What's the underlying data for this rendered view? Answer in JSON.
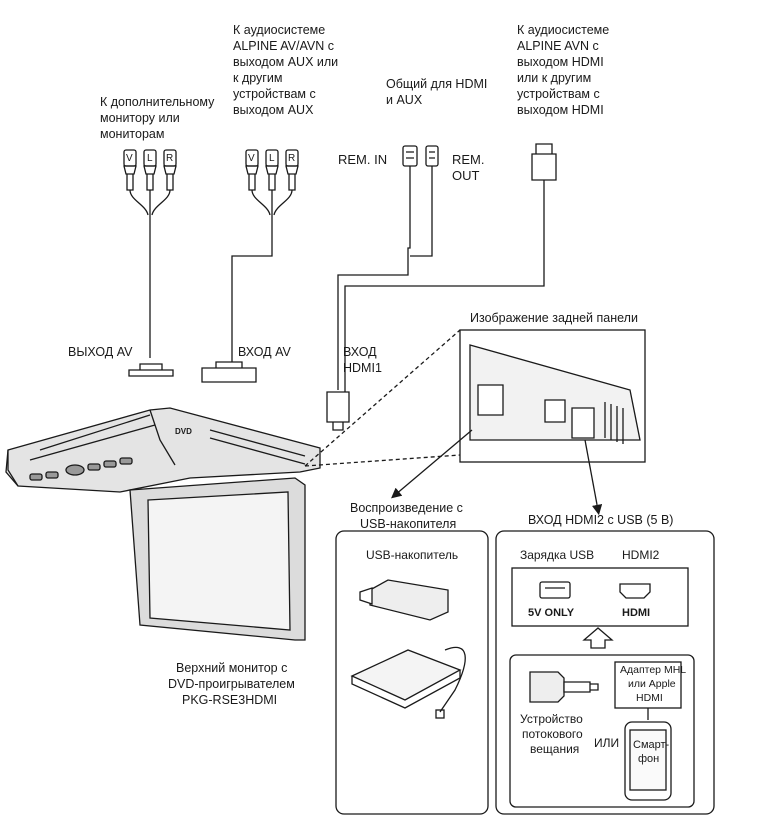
{
  "labels": {
    "extra_monitor_l1": "К дополнительному",
    "extra_monitor_l2": "монитору или",
    "extra_monitor_l3": "мониторам",
    "audio_aux_l1": "К аудиосистеме",
    "audio_aux_l2": "ALPINE AV/AVN с",
    "audio_aux_l3": "выходом AUX или",
    "audio_aux_l4": "к другим",
    "audio_aux_l5": "устройствам с",
    "audio_aux_l6": "выходом AUX",
    "common_l1": "Общий для HDMI",
    "common_l2": "и AUX",
    "audio_hdmi_l1": "К аудиосистеме",
    "audio_hdmi_l2": "ALPINE AVN с",
    "audio_hdmi_l3": "выходом HDMI",
    "audio_hdmi_l4": "или к другим",
    "audio_hdmi_l5": "устройствам с",
    "audio_hdmi_l6": "выходом HDMI",
    "rem_in": "REM. IN",
    "rem_out_l1": "REM.",
    "rem_out_l2": "OUT",
    "av_out": "ВЫХОД AV",
    "av_in": "ВХОД AV",
    "hdmi1_l1": "ВХОД",
    "hdmi1_l2": "HDMI1",
    "rear_panel": "Изображение задней панели",
    "usb_play_l1": "Воспроизведение с",
    "usb_play_l2": "USB-накопителя",
    "hdmi2_usb": "ВХОД HDMI2 с USB (5 В)",
    "monitor_l1": "Верхний монитор с",
    "monitor_l2": "DVD-проигрывателем",
    "monitor_l3": "PKG-RSE3HDMI",
    "usb_drive": "USB-накопитель",
    "charge_usb": "Зарядка USB",
    "hdmi2": "HDMI2",
    "five_v_only": "5V ONLY",
    "hdmi_logo": "HDMI",
    "adapter_l1": "Адаптер MHL",
    "adapter_l2": "или Apple",
    "adapter_l3": "HDMI",
    "streaming_l1": "Устройство",
    "streaming_l2": "потокового",
    "streaming_l3": "вещания",
    "or": "ИЛИ",
    "smartphone_l1": "Смарт-",
    "smartphone_l2": "фон"
  },
  "rca_letters": [
    "V",
    "L",
    "R"
  ],
  "dvd_logo": "DVD",
  "colors": {
    "line": "#1a1a1a",
    "panel_fill": "#f2f2f2",
    "monitor_fill": "#dcdcdc"
  }
}
